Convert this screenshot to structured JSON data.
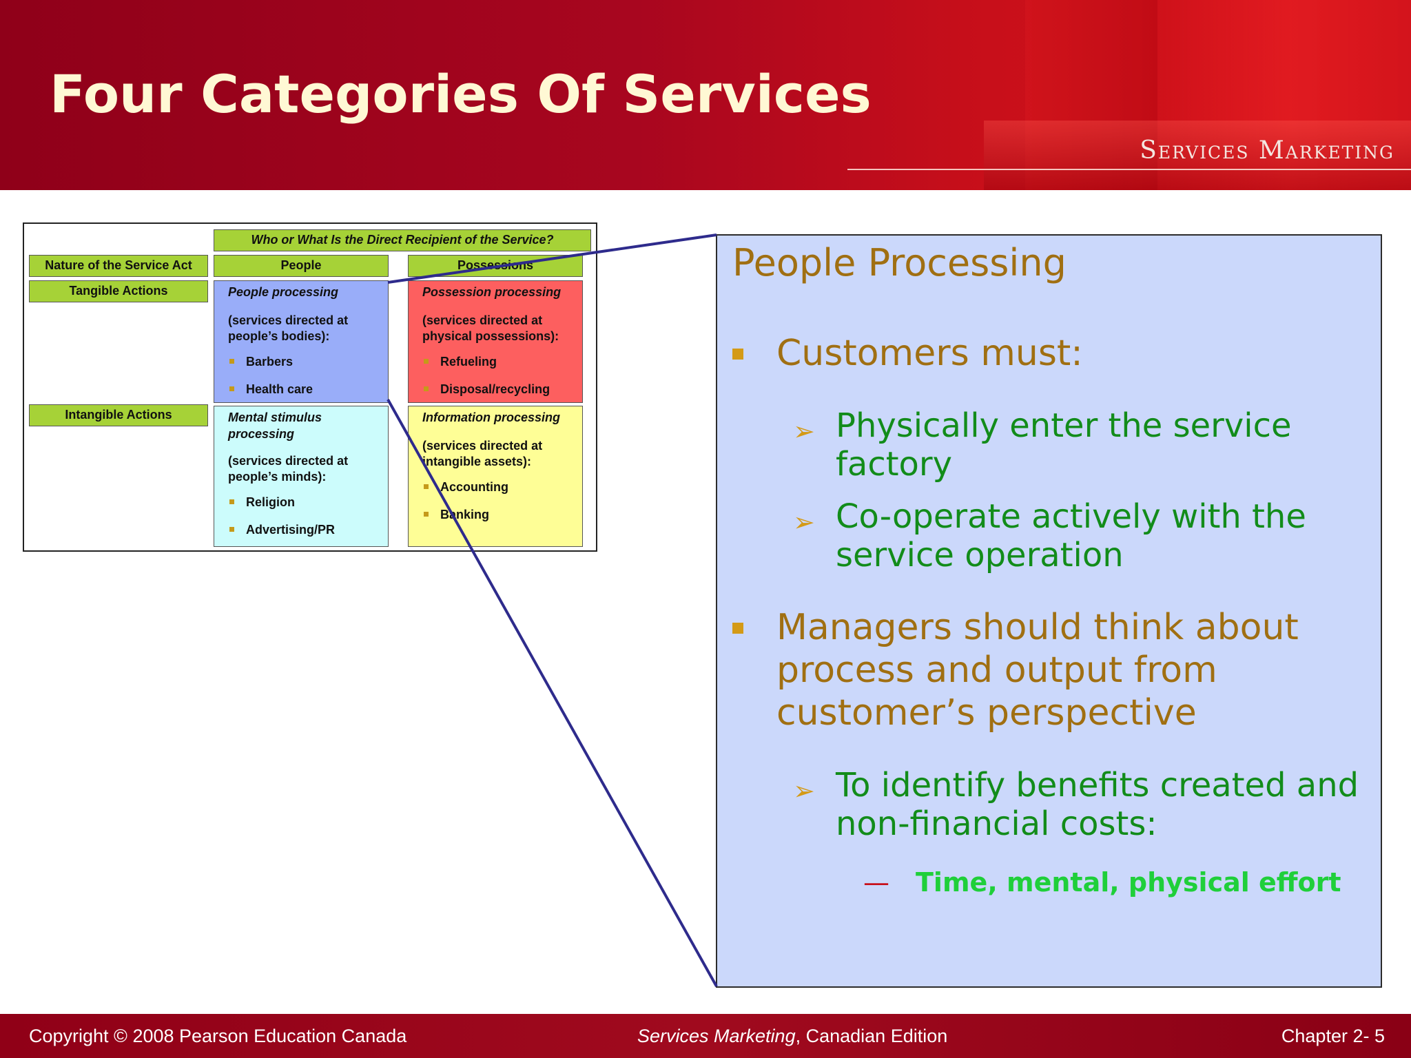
{
  "slide": {
    "title": "Four Categories Of Services",
    "brand": "Services Marketing"
  },
  "matrix": {
    "recipient_header": "Who or What Is the Direct Recipient of the Service?",
    "nature_header": "Nature of the Service Act",
    "columns": [
      "People",
      "Possessions"
    ],
    "rows": [
      "Tangible Actions",
      "Intangible Actions"
    ],
    "cells": [
      {
        "title": "People processing",
        "desc": "(services directed at people’s bodies):",
        "items": [
          "Barbers",
          "Health care"
        ],
        "color": "#99adf9"
      },
      {
        "title": "Possession processing",
        "desc": "(services directed at physical possessions):",
        "items": [
          "Refueling",
          "Disposal/recycling"
        ],
        "color": "#fd5f5f"
      },
      {
        "title": "Mental stimulus processing",
        "desc": "(services directed at people’s minds):",
        "items": [
          "Religion",
          "Advertising/PR"
        ],
        "color": "#ccfcfc"
      },
      {
        "title": "Information processing",
        "desc": "(services directed at intangible assets):",
        "items": [
          "Accounting",
          "Banking"
        ],
        "color": "#fefe96"
      }
    ]
  },
  "panel": {
    "title": "People Processing",
    "bullets": [
      {
        "text": "Customers must:",
        "sub": [
          "Physically enter the service factory",
          "Co-operate actively with the service operation"
        ]
      },
      {
        "text": "Managers should think about process and output from customer’s perspective",
        "sub": [
          "To identify benefits created and non-financial costs:"
        ]
      }
    ],
    "subsub": "Time, mental, physical effort",
    "dash": "—"
  },
  "footer": {
    "copyright": "Copyright © 2008 Pearson Education Canada",
    "book_italic": "Services Marketing",
    "book_rest": ", Canadian Edition",
    "chapter": "Chapter 2- 5"
  },
  "colors": {
    "header": "#a8061f",
    "panel_bg": "#cbd8fb",
    "gold_text": "#a06f12",
    "green_text": "#128c1a",
    "connector": "#2e2b8c"
  }
}
